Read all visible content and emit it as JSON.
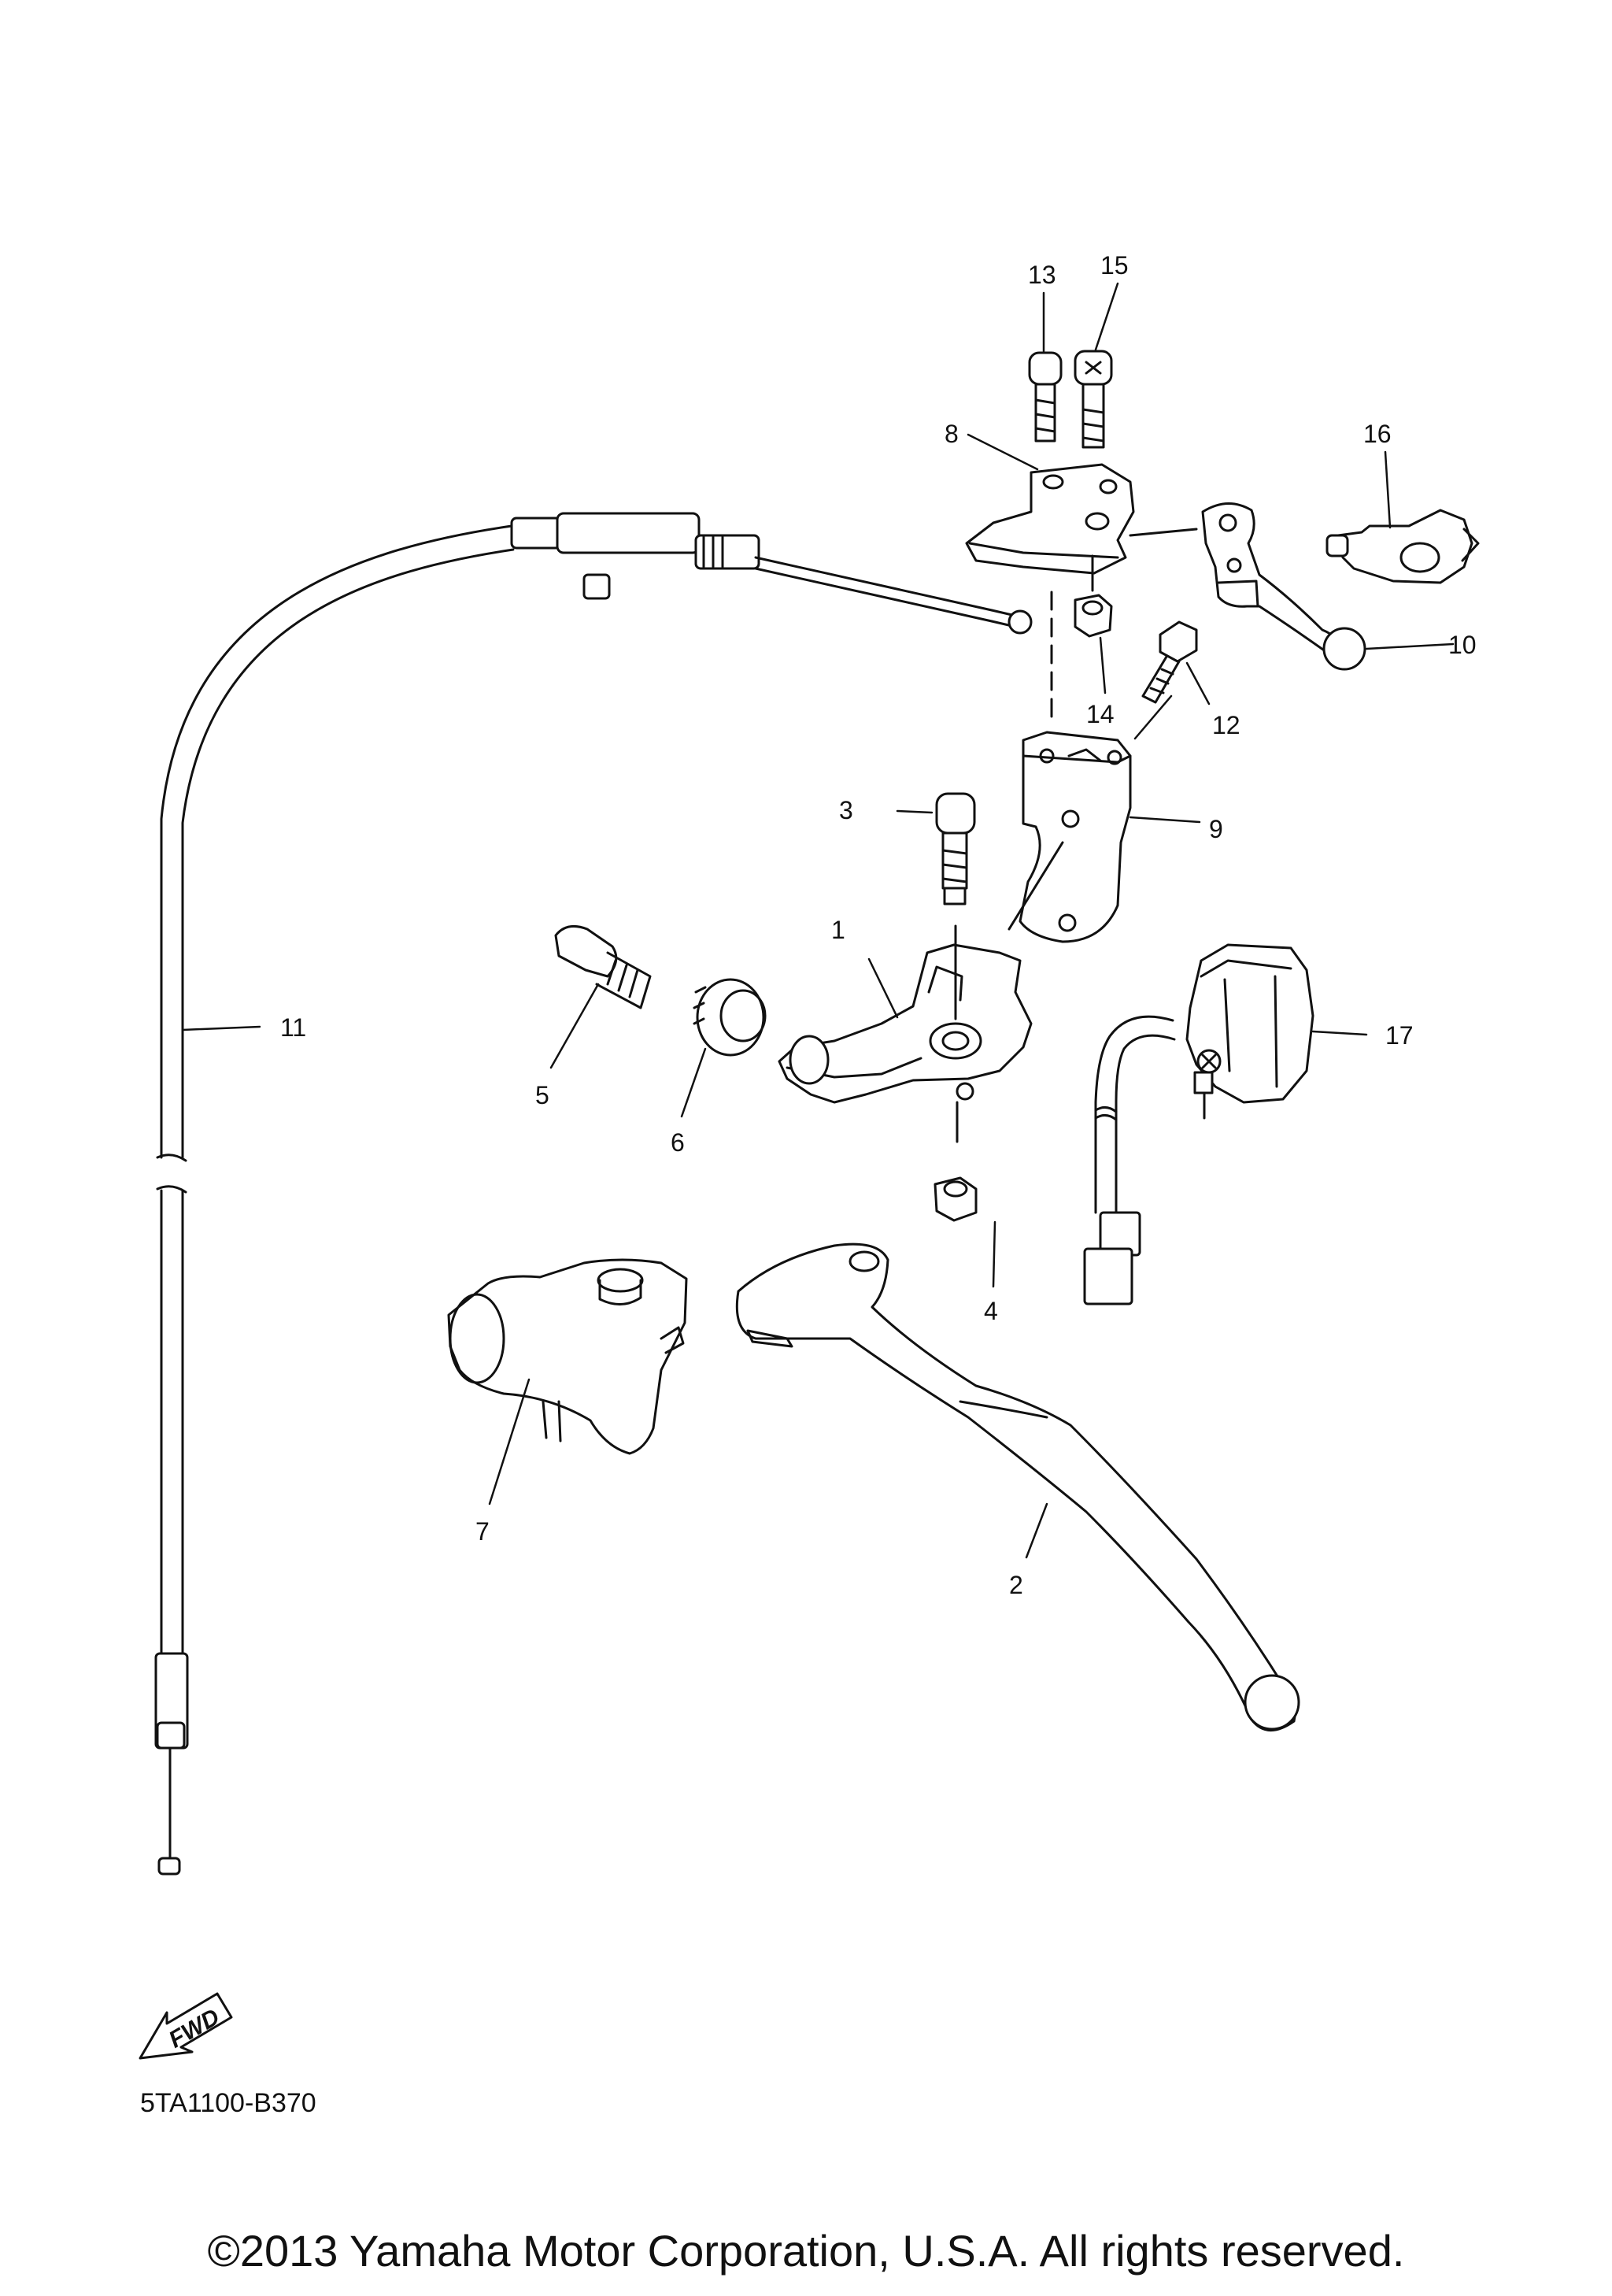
{
  "callouts": [
    {
      "id": "p1",
      "number": "1"
    },
    {
      "id": "p2",
      "number": "2"
    },
    {
      "id": "p3",
      "number": "3"
    },
    {
      "id": "p4",
      "number": "4"
    },
    {
      "id": "p5",
      "number": "5"
    },
    {
      "id": "p6",
      "number": "6"
    },
    {
      "id": "p7",
      "number": "7"
    },
    {
      "id": "p8",
      "number": "8"
    },
    {
      "id": "p9",
      "number": "9"
    },
    {
      "id": "p10",
      "number": "10"
    },
    {
      "id": "p11",
      "number": "11"
    },
    {
      "id": "p12",
      "number": "12"
    },
    {
      "id": "p13",
      "number": "13"
    },
    {
      "id": "p14",
      "number": "14"
    },
    {
      "id": "p15",
      "number": "15"
    },
    {
      "id": "p16",
      "number": "16"
    },
    {
      "id": "p17",
      "number": "17"
    }
  ],
  "direction_badge": "FWD",
  "diagram_code": "5TA1100-B370",
  "copyright": "©2013 Yamaha Motor Corporation, U.S.A. All rights reserved."
}
